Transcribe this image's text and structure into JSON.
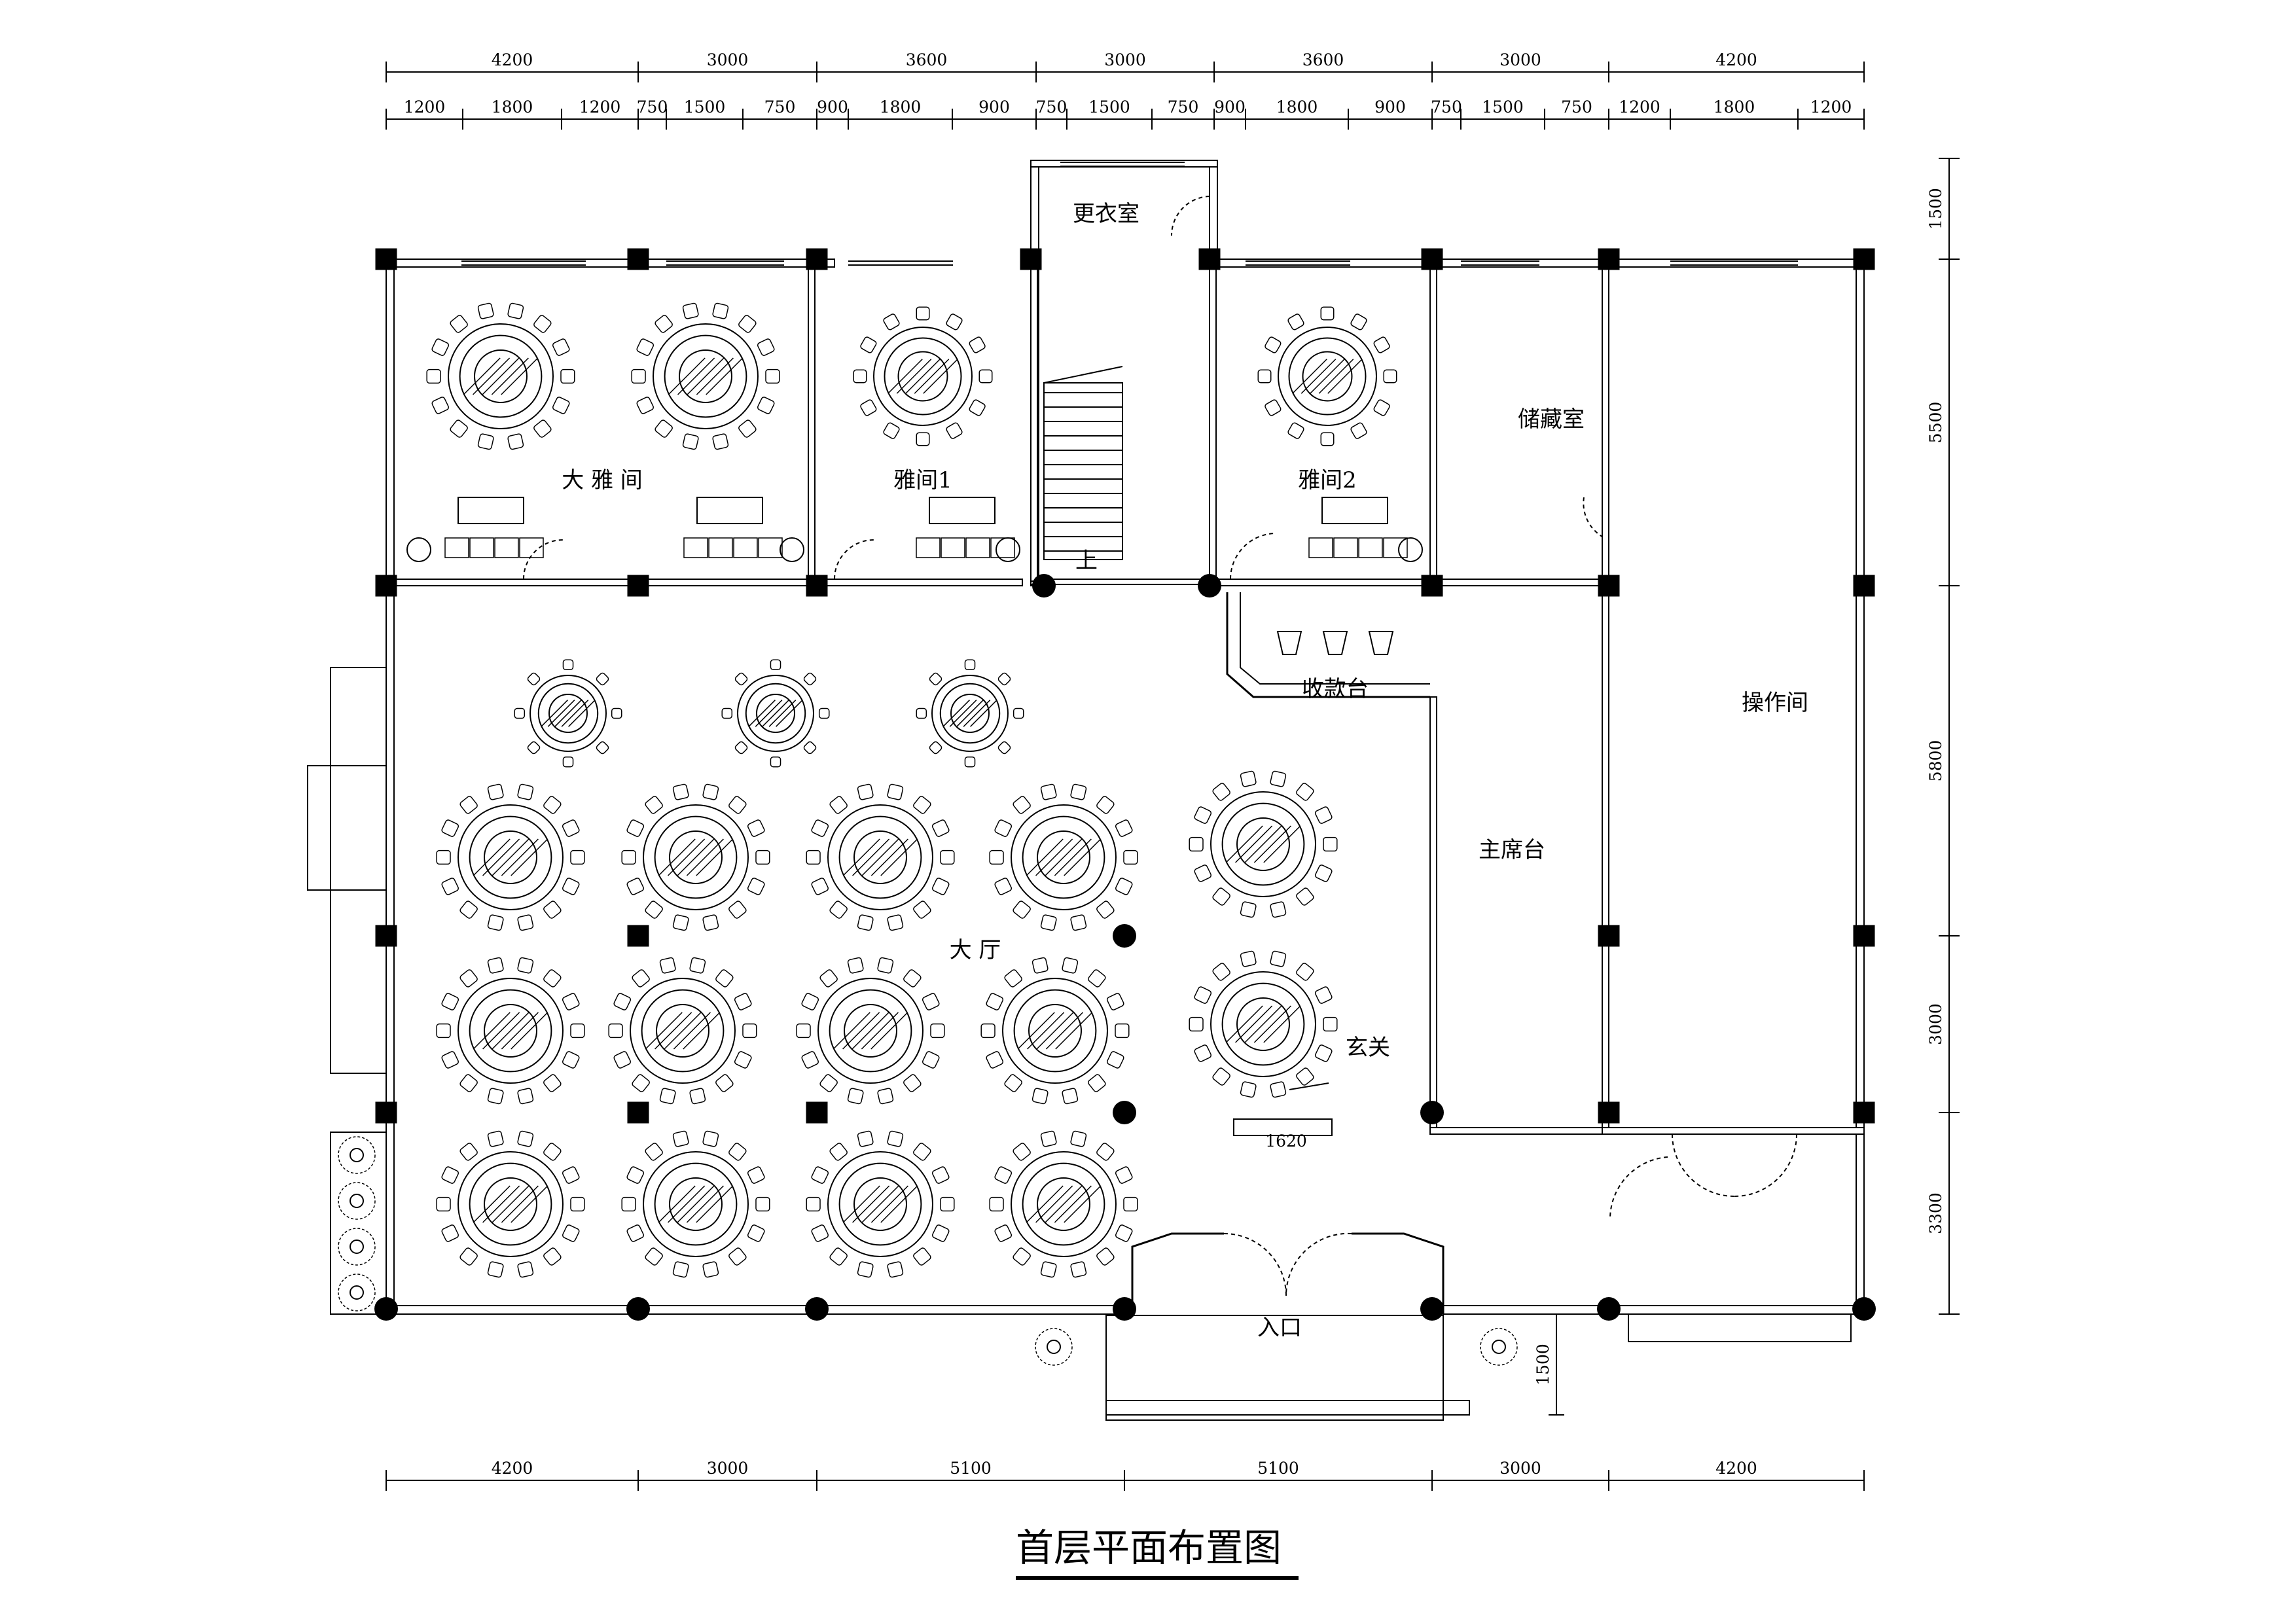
{
  "title": "首层平面布置图",
  "dimensions": {
    "top_major": [
      "4200",
      "3000",
      "3600",
      "3000",
      "3600",
      "3000",
      "4200"
    ],
    "top_minor": [
      "1200",
      "1800",
      "1200",
      "750",
      "1500",
      "750",
      "900",
      "1800",
      "900",
      "750",
      "1500",
      "750",
      "900",
      "1800",
      "900",
      "750",
      "1500",
      "750",
      "1200",
      "1800",
      "1200"
    ],
    "bottom": [
      "4200",
      "3000",
      "5100",
      "5100",
      "3000",
      "4200"
    ],
    "right": [
      "1500",
      "5500",
      "5800",
      "3000",
      "3300"
    ],
    "entry_depth": "1500",
    "screen_width": "1620"
  },
  "rooms": {
    "large_private": "大 雅 间",
    "private_1": "雅间1",
    "private_2": "雅间2",
    "changing": "更衣室",
    "storage": "储藏室",
    "cashier": "收款台",
    "kitchen": "操作间",
    "head_table": "主席台",
    "hall": "大  厅",
    "foyer": "玄关",
    "entrance": "入口",
    "stair_up": "上"
  }
}
